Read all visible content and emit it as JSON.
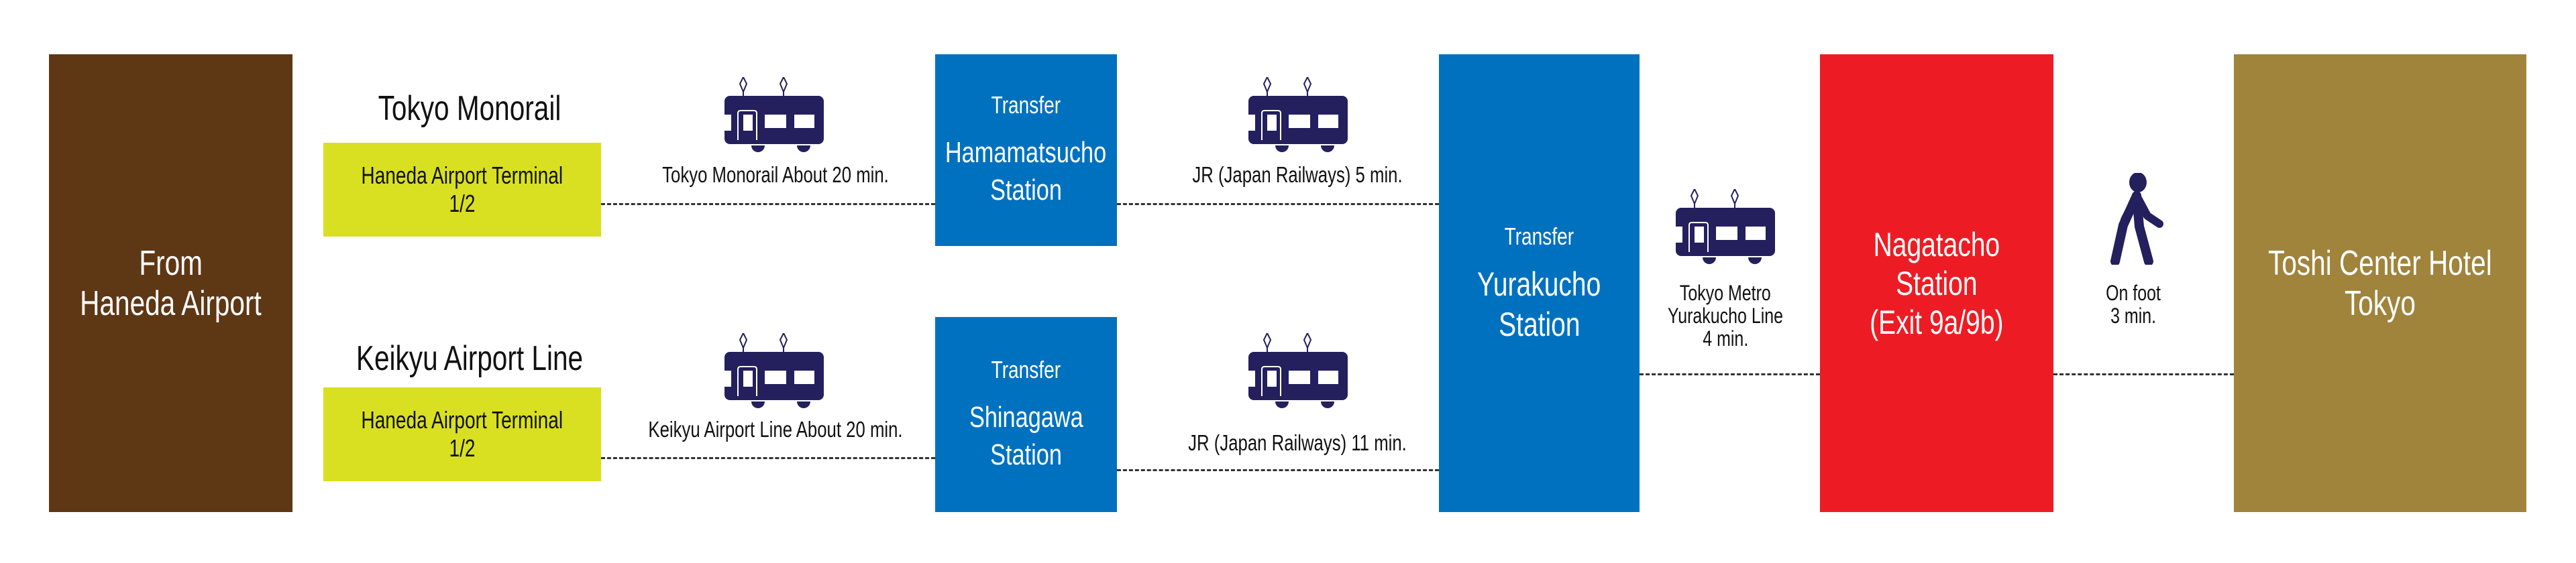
{
  "origin": {
    "line1": "From",
    "line2": "Haneda Airport"
  },
  "routes": [
    {
      "line_title": "Tokyo Monorail",
      "terminal": {
        "line1": "Haneda Airport Terminal",
        "line2": "1/2"
      },
      "leg1": "Tokyo Monorail About 20 min.",
      "transfer": {
        "label": "Transfer",
        "station1": "Hamamatsucho",
        "station2": "Station"
      },
      "leg2": "JR (Japan Railways) 5 min."
    },
    {
      "line_title": "Keikyu Airport Line",
      "terminal": {
        "line1": "Haneda Airport Terminal",
        "line2": "1/2"
      },
      "leg1": "Keikyu Airport Line About 20 min.",
      "transfer": {
        "label": "Transfer",
        "station1": "Shinagawa",
        "station2": "Station"
      },
      "leg2": "JR (Japan Railways) 11 min."
    }
  ],
  "yurakucho": {
    "label": "Transfer",
    "line1": "Yurakucho",
    "line2": "Station"
  },
  "metro_leg": {
    "line1": "Tokyo Metro",
    "line2": "Yurakucho Line",
    "line3": "4 min."
  },
  "nagatacho": {
    "line1": "Nagatacho",
    "line2": "Station",
    "line3": "(Exit 9a/9b)"
  },
  "walk_leg": {
    "line1": "On foot",
    "line2": "3 min."
  },
  "destination": {
    "line1": "Toshi Center Hotel",
    "line2": "Tokyo"
  },
  "colors": {
    "origin": "#5e3715",
    "terminal": "#d9e021",
    "transfer": "#0071bf",
    "nagatacho": "#ed1c24",
    "destination": "#a0843c",
    "icon": "#241f5d"
  },
  "icons": {
    "train": "train-icon",
    "walk": "walking-person-icon"
  }
}
